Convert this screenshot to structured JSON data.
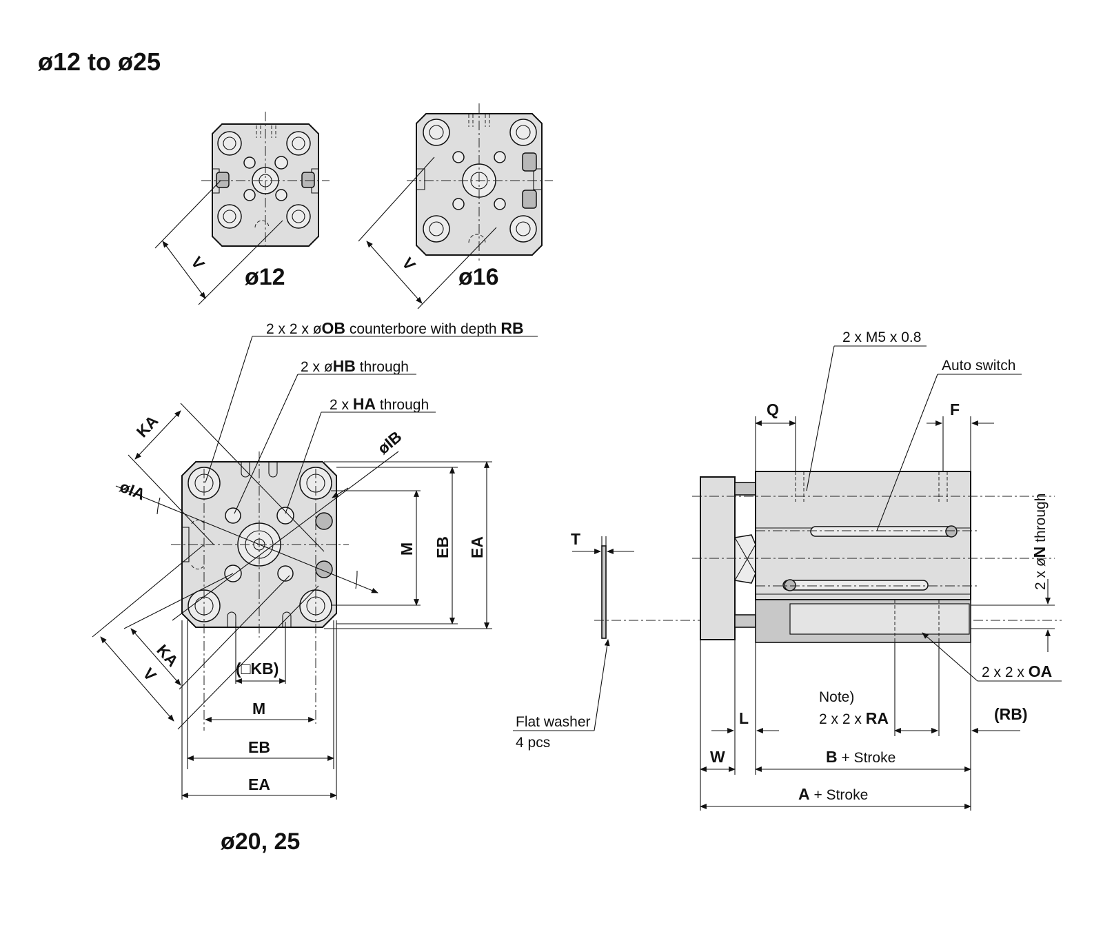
{
  "title": "ø12 to ø25",
  "views": {
    "d12": {
      "caption": "ø12",
      "dim_v": "V"
    },
    "d16": {
      "caption": "ø16",
      "dim_v": "V"
    },
    "d20_25": {
      "caption": "ø20, 25",
      "callout_ob": {
        "prefix": "2 x 2 x ø",
        "code": "OB",
        "text": " counterbore with depth ",
        "code2": "RB"
      },
      "callout_hb": {
        "prefix": "2 x ø",
        "code": "HB",
        "text": " through"
      },
      "callout_ha": {
        "prefix": "2 x ",
        "code": "HA",
        "text": " through"
      },
      "dim_ka_top": "KA",
      "dim_ia": "øIA",
      "dim_ib": "øIB",
      "dim_ka_bottom": "KA",
      "dim_v": "V",
      "dim_kb": "(□KB)",
      "dim_m_bottom": "M",
      "dim_eb_bottom": "EB",
      "dim_ea_bottom": "EA",
      "dim_m_right": "M",
      "dim_eb_right": "EB",
      "dim_ea_right": "EA"
    }
  },
  "washer": {
    "dim_t": "T",
    "label": "Flat washer",
    "qty": "4 pcs"
  },
  "side_view": {
    "port": "2 x M5 x 0.8",
    "auto_switch": "Auto switch",
    "dim_q": "Q",
    "dim_f": "F",
    "through_n": {
      "prefix": "2 x ø",
      "code": "N",
      "text": " through"
    },
    "oa": {
      "prefix": "2 x 2 x ",
      "code": "OA"
    },
    "note": "Note)",
    "ra": {
      "prefix": "2 x 2 x ",
      "code": "RA"
    },
    "rb": "(RB)",
    "dim_l": "L",
    "dim_w": "W",
    "b_stroke": {
      "code": "B",
      "text": " + Stroke"
    },
    "a_stroke": {
      "code": "A",
      "text": " + Stroke"
    }
  }
}
